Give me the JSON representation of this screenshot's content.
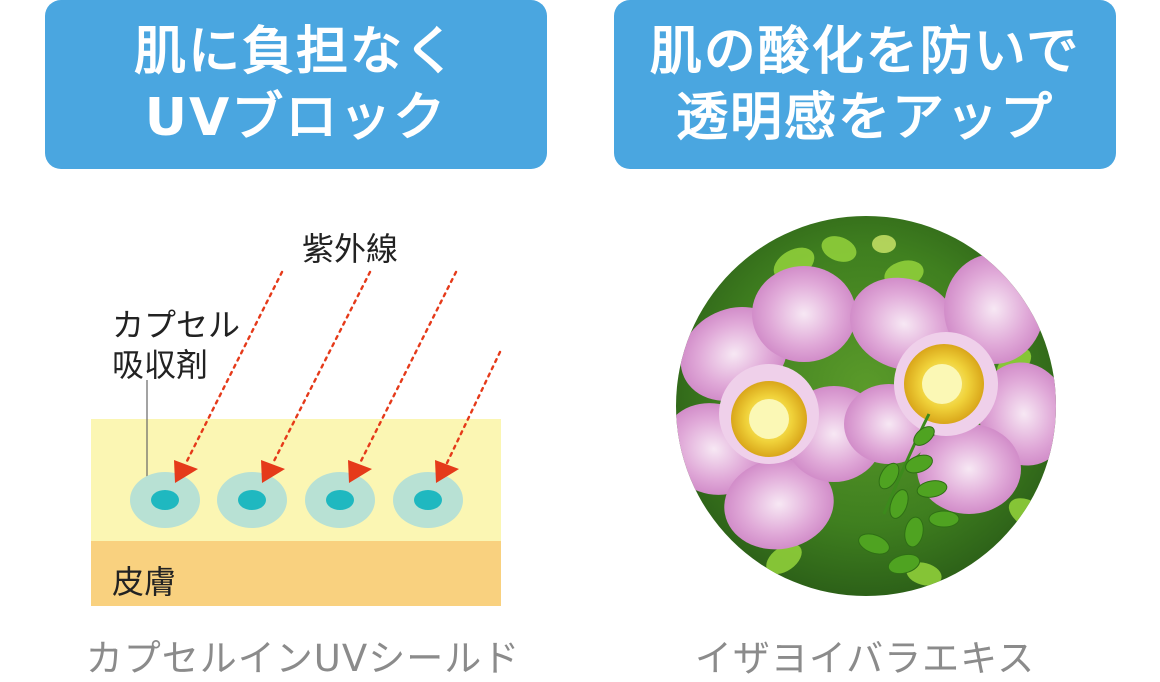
{
  "left": {
    "banner_line1": "肌に負担なく",
    "banner_line2": "UVブロック",
    "uv_label": "紫外線",
    "capsule_label_line1": "カプセル",
    "capsule_label_line2": "吸収剤",
    "skin_label": "皮膚",
    "caption": "カプセルインUVシールド"
  },
  "right": {
    "banner_line1": "肌の酸化を防いで",
    "banner_line2": "透明感をアップ",
    "caption": "イザヨイバラエキス"
  },
  "colors": {
    "banner": "#4aa6e0",
    "layer_top": "#fbf6b3",
    "skin": "#f9d17f",
    "capsule_outer": "#b8e1d4",
    "capsule_inner": "#1fb8c0",
    "arrow": "#e53a1a"
  }
}
